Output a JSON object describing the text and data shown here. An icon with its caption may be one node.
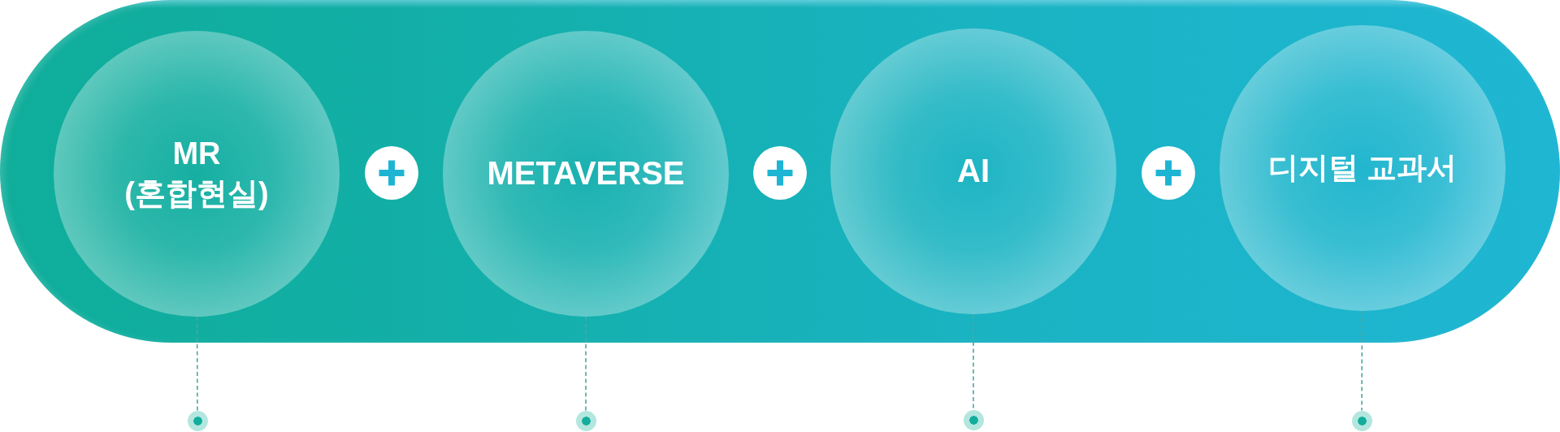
{
  "diagram": {
    "nodes": [
      {
        "text": [],
        "shape": "bar"
      },
      {
        "text": [
          "MR (혼합현실)"
        ],
        "in": 0
      },
      {
        "text": [
          "METAVERSE"
        ],
        "in": 0
      },
      {
        "text": [
          "AI"
        ],
        "in": 0
      },
      {
        "text": [
          "디지털 교과서"
        ],
        "in": 0
      },
      {
        "text": [],
        "shape": "circle"
      },
      {
        "text": [],
        "shape": "circle"
      },
      {
        "text": [],
        "shape": "circle"
      },
      {
        "text": [],
        "shape": "circle"
      }
    ],
    "edges": [
      {
        "from": 1,
        "to": 5,
        "arrow": "none",
        "style": "dashed"
      },
      {
        "from": 2,
        "to": 6,
        "arrow": "none",
        "style": "dashed"
      },
      {
        "from": 3,
        "to": 7,
        "arrow": "none",
        "style": "dashed"
      },
      {
        "from": 4,
        "to": 8,
        "arrow": "none",
        "style": "dashed"
      }
    ]
  }
}
